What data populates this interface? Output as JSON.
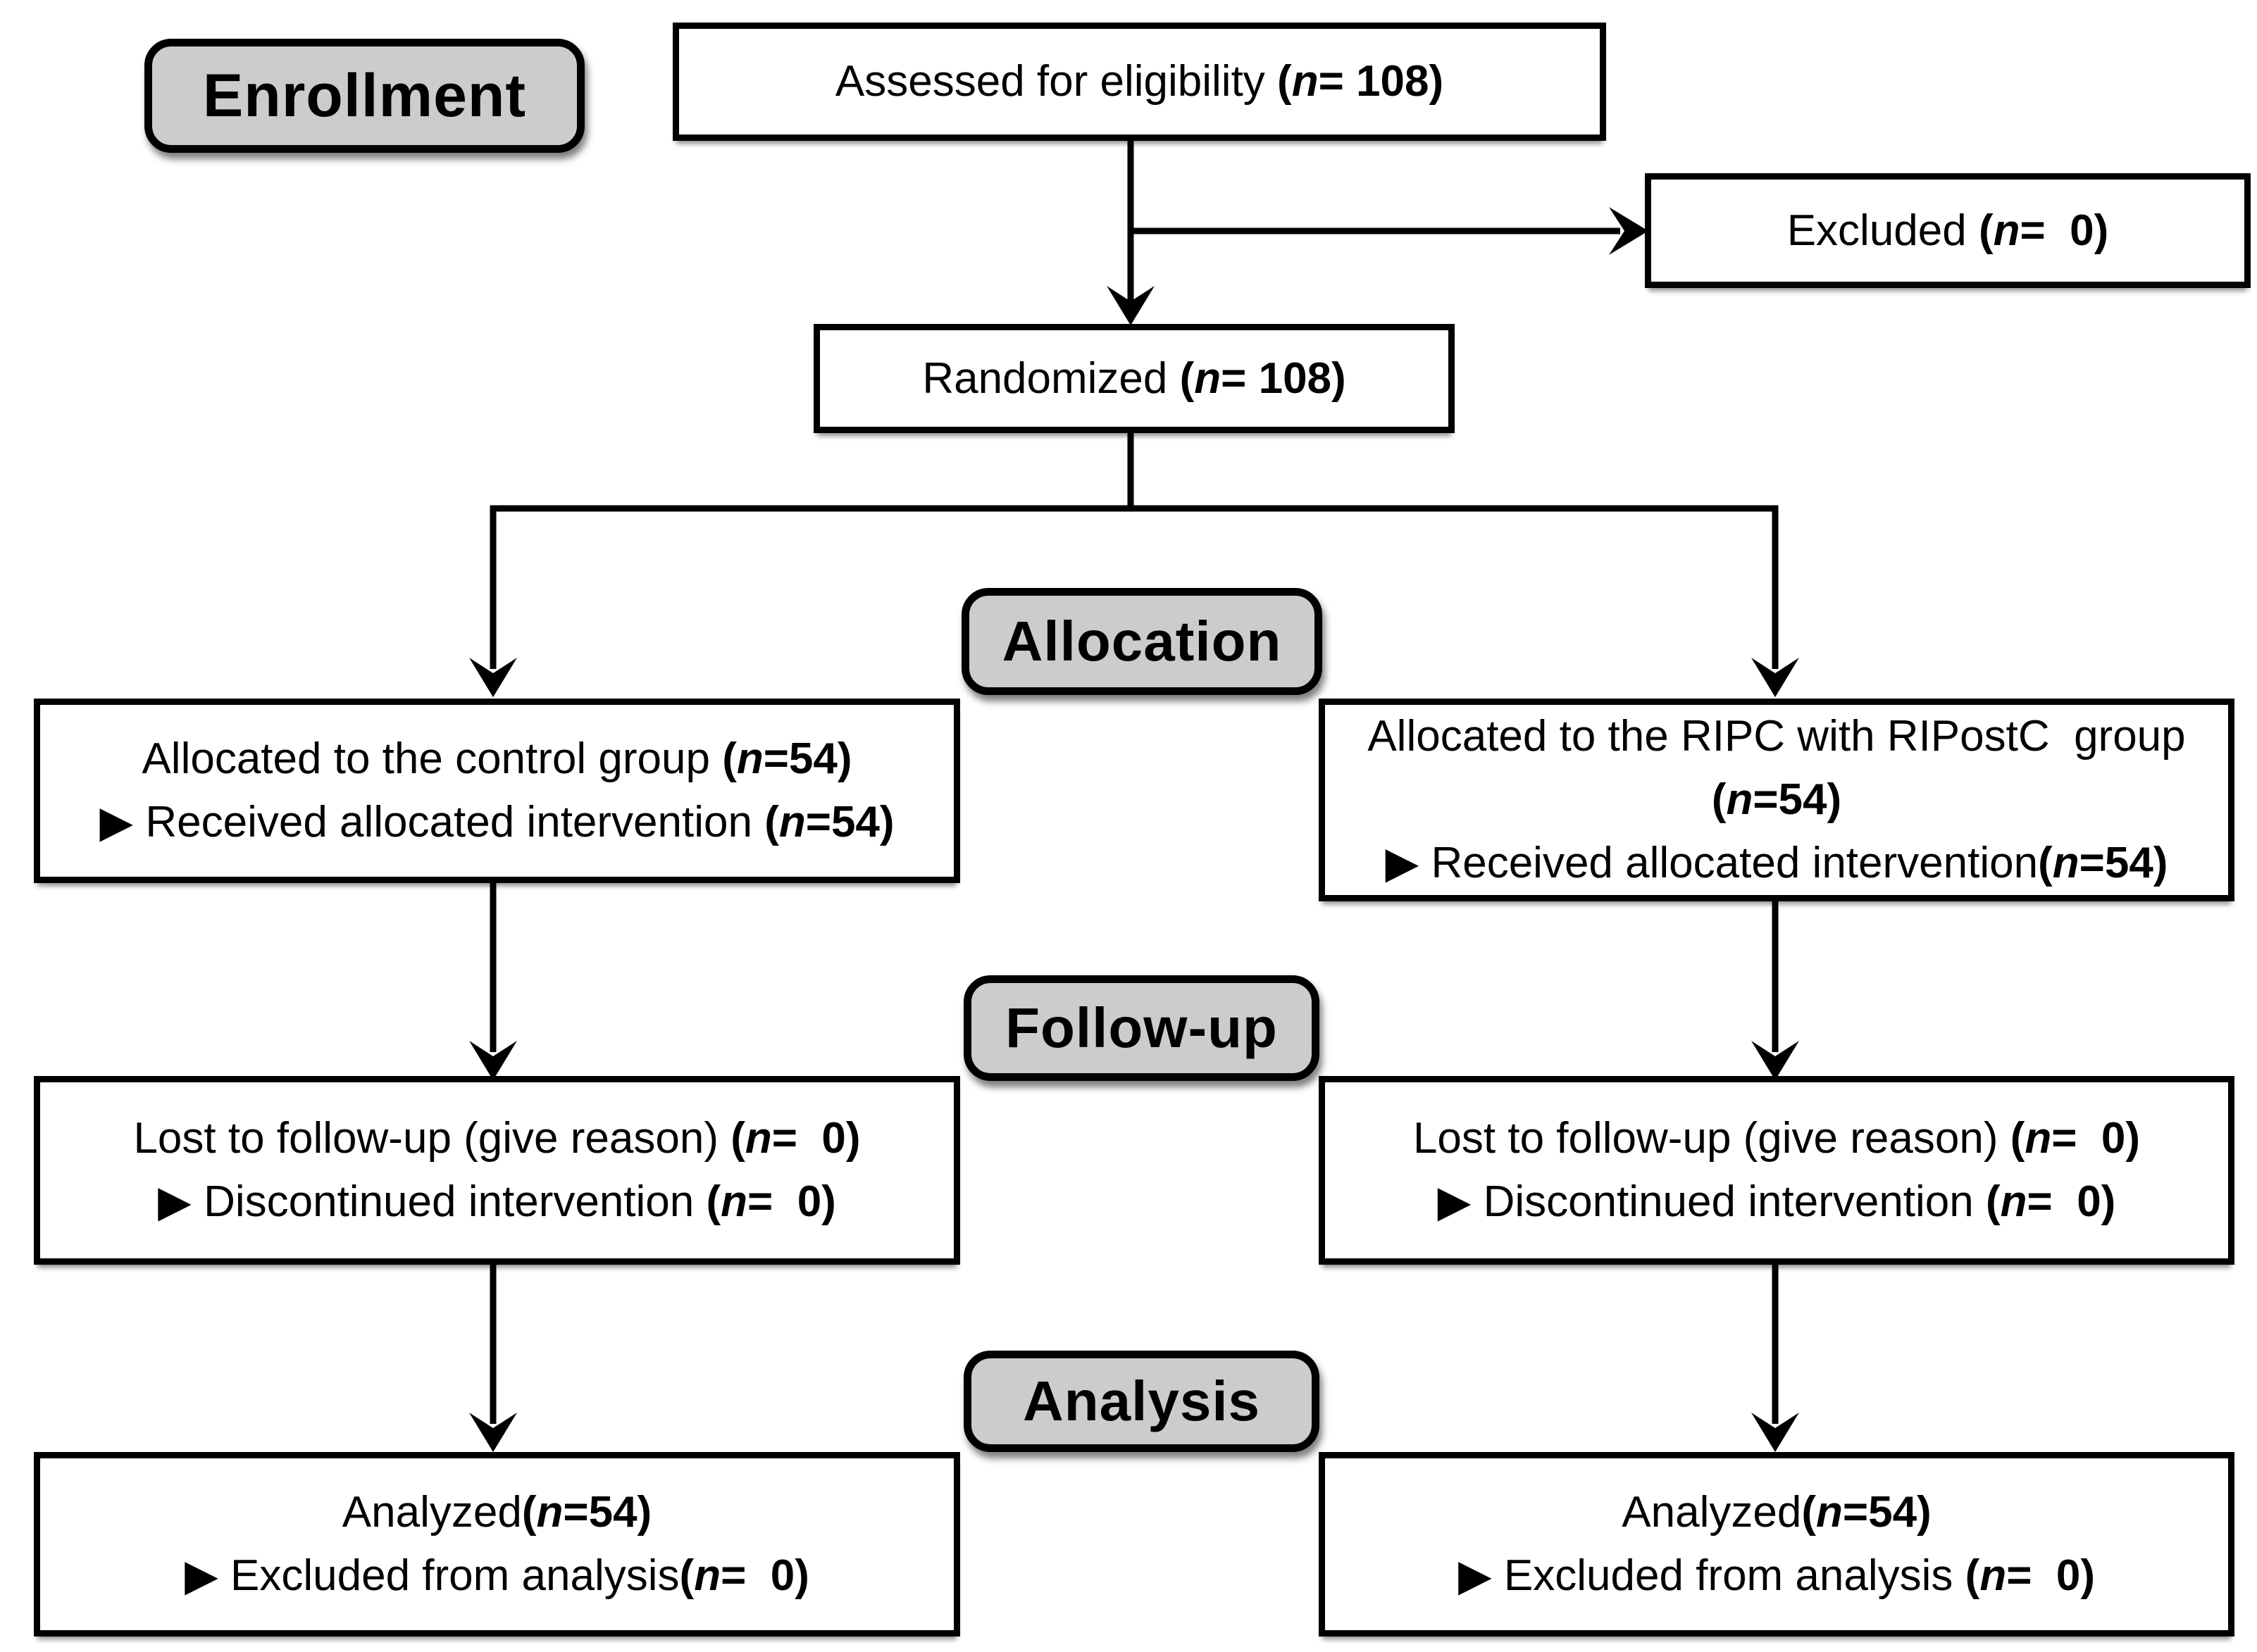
{
  "diagram": {
    "stage_labels": {
      "enrollment": "Enrollment",
      "allocation": "Allocation",
      "followup": "Follow-up",
      "analysis": "Analysis"
    },
    "boxes": {
      "assessed": {
        "lines": [
          "Assessed for eligibility (n= 108)"
        ]
      },
      "excluded": {
        "lines": [
          "Excluded (n=  0)"
        ]
      },
      "randomized": {
        "lines": [
          "Randomized (n= 108)"
        ]
      },
      "allocated_control": {
        "lines": [
          "Allocated to the control group (n=54)",
          "▶ Received allocated intervention (n=54)"
        ]
      },
      "allocated_ripc": {
        "lines": [
          "Allocated to the RIPC with RIPostC  group",
          "(n=54)",
          "▶ Received allocated intervention(n=54)"
        ]
      },
      "followup_control": {
        "lines": [
          "Lost to follow-up (give reason) (n=  0)",
          "▶ Discontinued intervention (n=  0)"
        ]
      },
      "followup_ripc": {
        "lines": [
          "Lost to follow-up (give reason) (n=  0)",
          "▶ Discontinued intervention (n=  0)"
        ]
      },
      "analysis_control": {
        "lines": [
          "Analyzed(n=54)",
          "▶ Excluded from analysis(n=  0)"
        ]
      },
      "analysis_ripc": {
        "lines": [
          "Analyzed(n=54)",
          "▶ Excluded from analysis (n=  0)"
        ]
      }
    },
    "colors": {
      "label_fill": "#cccccc",
      "box_fill": "#ffffff",
      "line": "#000000",
      "text": "#000000"
    }
  }
}
